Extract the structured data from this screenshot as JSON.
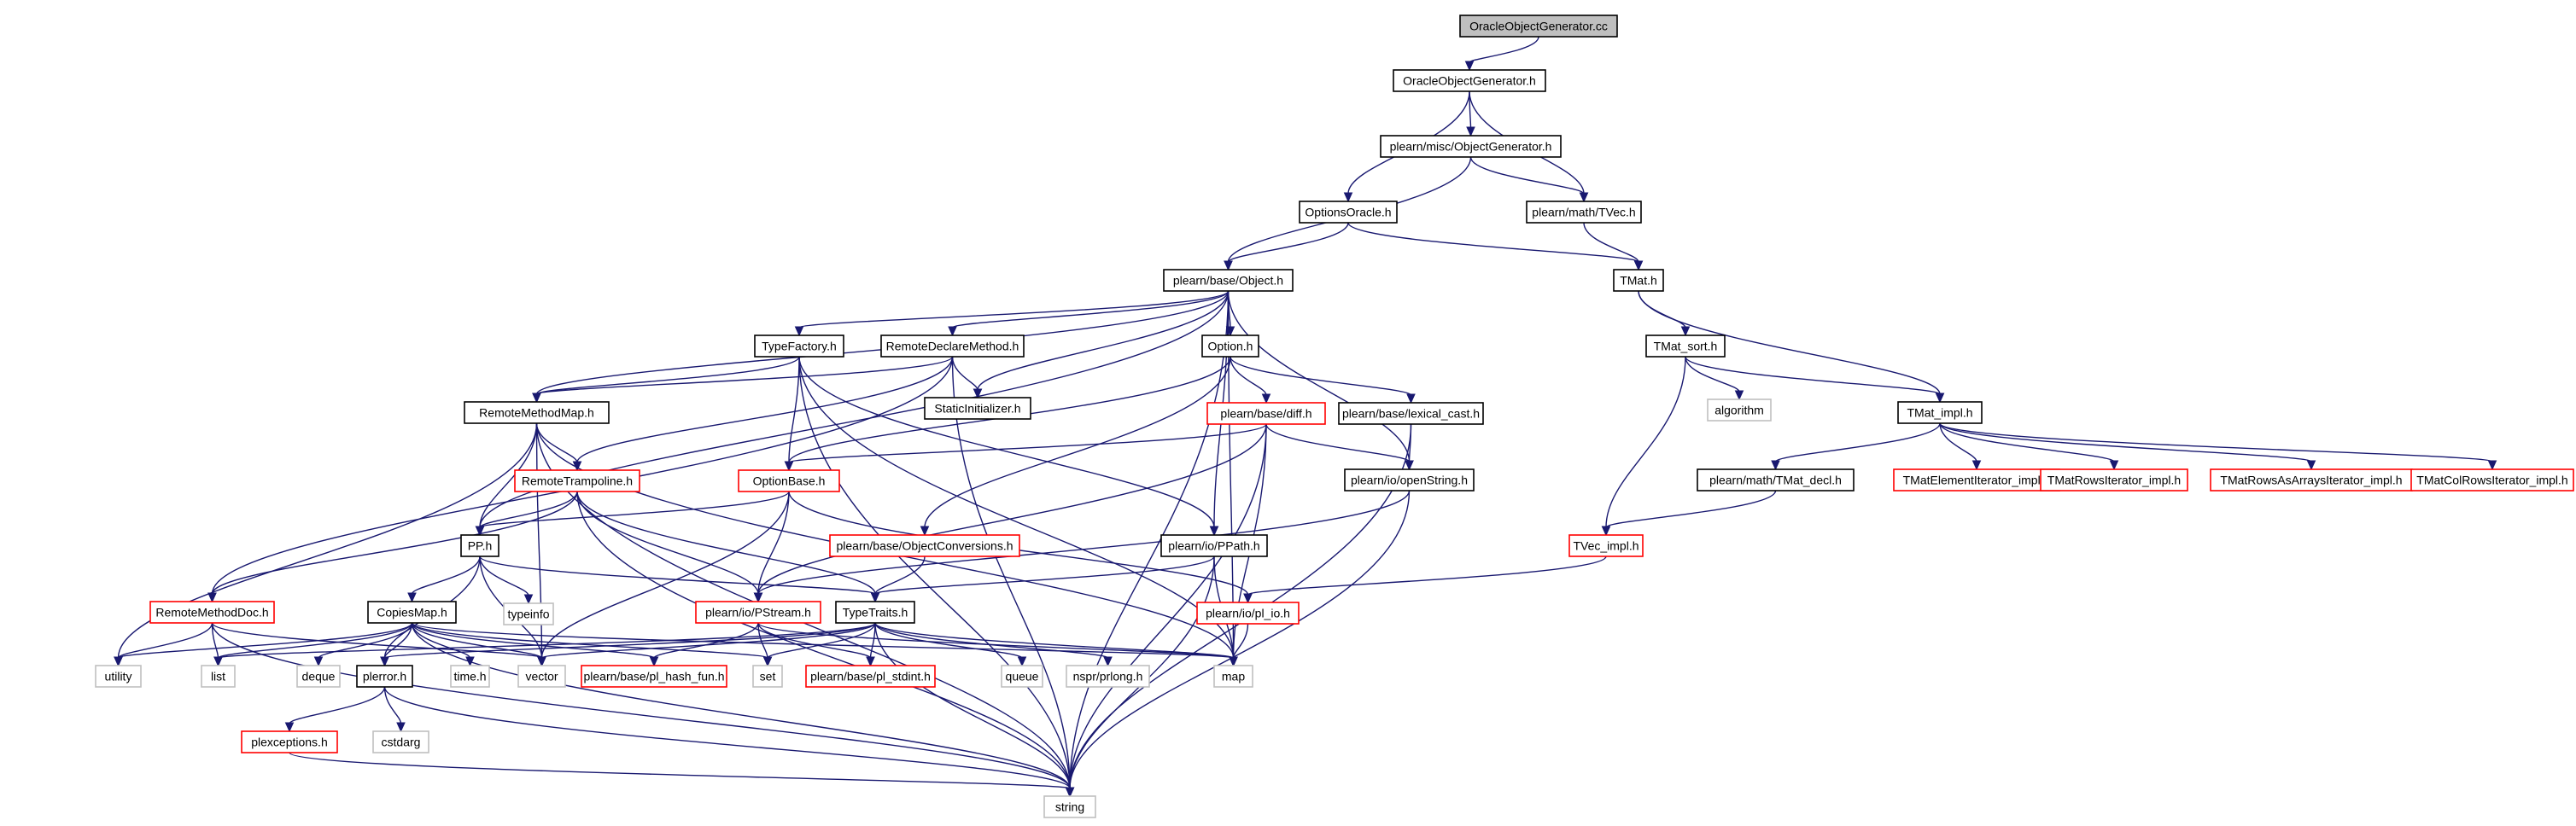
{
  "graph": {
    "colors": {
      "edge": "#191970",
      "root_fill": "#bfbfbf",
      "border_documented": "#000000",
      "border_truncated": "#ff0000",
      "border_system": "#bfbfbf"
    },
    "nodes": [
      {
        "id": "n_oog_cc",
        "label": "OracleObjectGenerator.cc",
        "kind": "root"
      },
      {
        "id": "n_oog_h",
        "label": "OracleObjectGenerator.h",
        "kind": "doc"
      },
      {
        "id": "n_misc_og",
        "label": "plearn/misc/ObjectGenerator.h",
        "kind": "doc"
      },
      {
        "id": "n_opt_oracle",
        "label": "OptionsOracle.h",
        "kind": "doc"
      },
      {
        "id": "n_tvec",
        "label": "plearn/math/TVec.h",
        "kind": "doc"
      },
      {
        "id": "n_object",
        "label": "plearn/base/Object.h",
        "kind": "doc"
      },
      {
        "id": "n_tmat",
        "label": "TMat.h",
        "kind": "doc"
      },
      {
        "id": "n_typefactory",
        "label": "TypeFactory.h",
        "kind": "doc"
      },
      {
        "id": "n_rdm",
        "label": "RemoteDeclareMethod.h",
        "kind": "doc"
      },
      {
        "id": "n_option",
        "label": "Option.h",
        "kind": "doc"
      },
      {
        "id": "n_tmat_sort",
        "label": "TMat_sort.h",
        "kind": "doc"
      },
      {
        "id": "n_static",
        "label": "StaticInitializer.h",
        "kind": "doc"
      },
      {
        "id": "n_diff",
        "label": "plearn/base/diff.h",
        "kind": "trunc"
      },
      {
        "id": "n_lexcast",
        "label": "plearn/base/lexical_cast.h",
        "kind": "doc"
      },
      {
        "id": "n_algorithm",
        "label": "algorithm",
        "kind": "sys"
      },
      {
        "id": "n_tmat_impl",
        "label": "TMat_impl.h",
        "kind": "doc"
      },
      {
        "id": "n_rmm",
        "label": "RemoteMethodMap.h",
        "kind": "doc"
      },
      {
        "id": "n_rtramp",
        "label": "RemoteTrampoline.h",
        "kind": "trunc"
      },
      {
        "id": "n_optbase",
        "label": "OptionBase.h",
        "kind": "trunc"
      },
      {
        "id": "n_openstr",
        "label": "plearn/io/openString.h",
        "kind": "doc"
      },
      {
        "id": "n_tmat_decl",
        "label": "plearn/math/TMat_decl.h",
        "kind": "doc"
      },
      {
        "id": "n_tmat_elit",
        "label": "TMatElementIterator_impl.h",
        "kind": "trunc"
      },
      {
        "id": "n_tmat_rowit",
        "label": "TMatRowsIterator_impl.h",
        "kind": "trunc"
      },
      {
        "id": "n_tmat_raait",
        "label": "TMatRowsAsArraysIterator_impl.h",
        "kind": "trunc"
      },
      {
        "id": "n_tmat_colit",
        "label": "TMatColRowsIterator_impl.h",
        "kind": "trunc"
      },
      {
        "id": "n_pp",
        "label": "PP.h",
        "kind": "doc"
      },
      {
        "id": "n_objconv",
        "label": "plearn/base/ObjectConversions.h",
        "kind": "trunc"
      },
      {
        "id": "n_ppath",
        "label": "plearn/io/PPath.h",
        "kind": "doc"
      },
      {
        "id": "n_tvec_impl",
        "label": "TVec_impl.h",
        "kind": "trunc"
      },
      {
        "id": "n_typeinfo",
        "label": "typeinfo",
        "kind": "sys"
      },
      {
        "id": "n_rmdoc",
        "label": "RemoteMethodDoc.h",
        "kind": "trunc"
      },
      {
        "id": "n_copiesmap",
        "label": "CopiesMap.h",
        "kind": "doc"
      },
      {
        "id": "n_pstream",
        "label": "plearn/io/PStream.h",
        "kind": "trunc"
      },
      {
        "id": "n_typetraits",
        "label": "TypeTraits.h",
        "kind": "doc"
      },
      {
        "id": "n_pl_io",
        "label": "plearn/io/pl_io.h",
        "kind": "trunc"
      },
      {
        "id": "n_utility",
        "label": "utility",
        "kind": "sys"
      },
      {
        "id": "n_list",
        "label": "list",
        "kind": "sys"
      },
      {
        "id": "n_deque",
        "label": "deque",
        "kind": "sys"
      },
      {
        "id": "n_plerror",
        "label": "plerror.h",
        "kind": "doc"
      },
      {
        "id": "n_time",
        "label": "time.h",
        "kind": "sys"
      },
      {
        "id": "n_vector",
        "label": "vector",
        "kind": "sys"
      },
      {
        "id": "n_hashfun",
        "label": "plearn/base/pl_hash_fun.h",
        "kind": "trunc"
      },
      {
        "id": "n_set",
        "label": "set",
        "kind": "sys"
      },
      {
        "id": "n_stdint",
        "label": "plearn/base/pl_stdint.h",
        "kind": "trunc"
      },
      {
        "id": "n_queue",
        "label": "queue",
        "kind": "sys"
      },
      {
        "id": "n_prlong",
        "label": "nspr/prlong.h",
        "kind": "sys"
      },
      {
        "id": "n_map",
        "label": "map",
        "kind": "sys"
      },
      {
        "id": "n_plexc",
        "label": "plexceptions.h",
        "kind": "trunc"
      },
      {
        "id": "n_cstdarg",
        "label": "cstdarg",
        "kind": "sys"
      },
      {
        "id": "n_string",
        "label": "string",
        "kind": "sys"
      }
    ],
    "edges": [
      [
        "n_oog_cc",
        "n_oog_h"
      ],
      [
        "n_oog_h",
        "n_misc_og"
      ],
      [
        "n_oog_h",
        "n_opt_oracle"
      ],
      [
        "n_oog_h",
        "n_tvec"
      ],
      [
        "n_misc_og",
        "n_tvec"
      ],
      [
        "n_misc_og",
        "n_object"
      ],
      [
        "n_opt_oracle",
        "n_object"
      ],
      [
        "n_opt_oracle",
        "n_tmat"
      ],
      [
        "n_tvec",
        "n_tmat"
      ],
      [
        "n_tmat",
        "n_tmat_sort"
      ],
      [
        "n_tmat",
        "n_tmat_impl"
      ],
      [
        "n_tmat_sort",
        "n_algorithm"
      ],
      [
        "n_tmat_sort",
        "n_tmat_impl"
      ],
      [
        "n_tmat_sort",
        "n_tvec_impl"
      ],
      [
        "n_tmat_impl",
        "n_tmat_decl"
      ],
      [
        "n_tmat_impl",
        "n_tmat_elit"
      ],
      [
        "n_tmat_impl",
        "n_tmat_rowit"
      ],
      [
        "n_tmat_impl",
        "n_tmat_raait"
      ],
      [
        "n_tmat_impl",
        "n_tmat_colit"
      ],
      [
        "n_tmat_decl",
        "n_tvec_impl"
      ],
      [
        "n_tvec_impl",
        "n_pl_io"
      ],
      [
        "n_object",
        "n_typefactory"
      ],
      [
        "n_object",
        "n_rdm"
      ],
      [
        "n_object",
        "n_option"
      ],
      [
        "n_object",
        "n_static"
      ],
      [
        "n_object",
        "n_rmm"
      ],
      [
        "n_object",
        "n_pp"
      ],
      [
        "n_object",
        "n_openstr"
      ],
      [
        "n_object",
        "n_ppath"
      ],
      [
        "n_object",
        "n_map"
      ],
      [
        "n_object",
        "n_string"
      ],
      [
        "n_typefactory",
        "n_rmm"
      ],
      [
        "n_typefactory",
        "n_optbase"
      ],
      [
        "n_typefactory",
        "n_ppath"
      ],
      [
        "n_typefactory",
        "n_map"
      ],
      [
        "n_typefactory",
        "n_string"
      ],
      [
        "n_rdm",
        "n_static"
      ],
      [
        "n_rdm",
        "n_rmm"
      ],
      [
        "n_rdm",
        "n_rtramp"
      ],
      [
        "n_rdm",
        "n_rmdoc"
      ],
      [
        "n_rdm",
        "n_string"
      ],
      [
        "n_option",
        "n_diff"
      ],
      [
        "n_option",
        "n_lexcast"
      ],
      [
        "n_option",
        "n_optbase"
      ],
      [
        "n_option",
        "n_objconv"
      ],
      [
        "n_diff",
        "n_optbase"
      ],
      [
        "n_diff",
        "n_openstr"
      ],
      [
        "n_diff",
        "n_pstream"
      ],
      [
        "n_diff",
        "n_map"
      ],
      [
        "n_diff",
        "n_string"
      ],
      [
        "n_lexcast",
        "n_openstr"
      ],
      [
        "n_lexcast",
        "n_string"
      ],
      [
        "n_openstr",
        "n_pstream"
      ],
      [
        "n_openstr",
        "n_string"
      ],
      [
        "n_rmm",
        "n_rtramp"
      ],
      [
        "n_rmm",
        "n_pp"
      ],
      [
        "n_rmm",
        "n_vector"
      ],
      [
        "n_rmm",
        "n_map"
      ],
      [
        "n_rmm",
        "n_utility"
      ],
      [
        "n_rmm",
        "n_string"
      ],
      [
        "n_rtramp",
        "n_pp"
      ],
      [
        "n_rtramp",
        "n_rmdoc"
      ],
      [
        "n_rtramp",
        "n_pstream"
      ],
      [
        "n_rtramp",
        "n_typetraits"
      ],
      [
        "n_rtramp",
        "n_string"
      ],
      [
        "n_optbase",
        "n_pp"
      ],
      [
        "n_optbase",
        "n_pstream"
      ],
      [
        "n_optbase",
        "n_vector"
      ],
      [
        "n_optbase",
        "n_pl_io"
      ],
      [
        "n_objconv",
        "n_typetraits"
      ],
      [
        "n_ppath",
        "n_typetraits"
      ],
      [
        "n_ppath",
        "n_map"
      ],
      [
        "n_ppath",
        "n_string"
      ],
      [
        "n_pp",
        "n_typeinfo"
      ],
      [
        "n_pp",
        "n_copiesmap"
      ],
      [
        "n_pp",
        "n_plerror"
      ],
      [
        "n_pp",
        "n_typetraits"
      ],
      [
        "n_pp",
        "n_vector"
      ],
      [
        "n_rmdoc",
        "n_list"
      ],
      [
        "n_rmdoc",
        "n_utility"
      ],
      [
        "n_rmdoc",
        "n_string"
      ],
      [
        "n_rmdoc",
        "n_vector"
      ],
      [
        "n_copiesmap",
        "n_utility"
      ],
      [
        "n_copiesmap",
        "n_list"
      ],
      [
        "n_copiesmap",
        "n_deque"
      ],
      [
        "n_copiesmap",
        "n_plerror"
      ],
      [
        "n_copiesmap",
        "n_time"
      ],
      [
        "n_copiesmap",
        "n_vector"
      ],
      [
        "n_copiesmap",
        "n_hashfun"
      ],
      [
        "n_copiesmap",
        "n_set"
      ],
      [
        "n_copiesmap",
        "n_map"
      ],
      [
        "n_copiesmap",
        "n_string"
      ],
      [
        "n_pstream",
        "n_hashfun"
      ],
      [
        "n_pstream",
        "n_stdint"
      ],
      [
        "n_pstream",
        "n_set"
      ],
      [
        "n_pstream",
        "n_map"
      ],
      [
        "n_typetraits",
        "n_list"
      ],
      [
        "n_typetraits",
        "n_plerror"
      ],
      [
        "n_typetraits",
        "n_vector"
      ],
      [
        "n_typetraits",
        "n_set"
      ],
      [
        "n_typetraits",
        "n_stdint"
      ],
      [
        "n_typetraits",
        "n_queue"
      ],
      [
        "n_typetraits",
        "n_prlong"
      ],
      [
        "n_typetraits",
        "n_map"
      ],
      [
        "n_typetraits",
        "n_string"
      ],
      [
        "n_pl_io",
        "n_map"
      ],
      [
        "n_plerror",
        "n_plexc"
      ],
      [
        "n_plerror",
        "n_cstdarg"
      ],
      [
        "n_plerror",
        "n_string"
      ],
      [
        "n_plexc",
        "n_string"
      ]
    ]
  }
}
